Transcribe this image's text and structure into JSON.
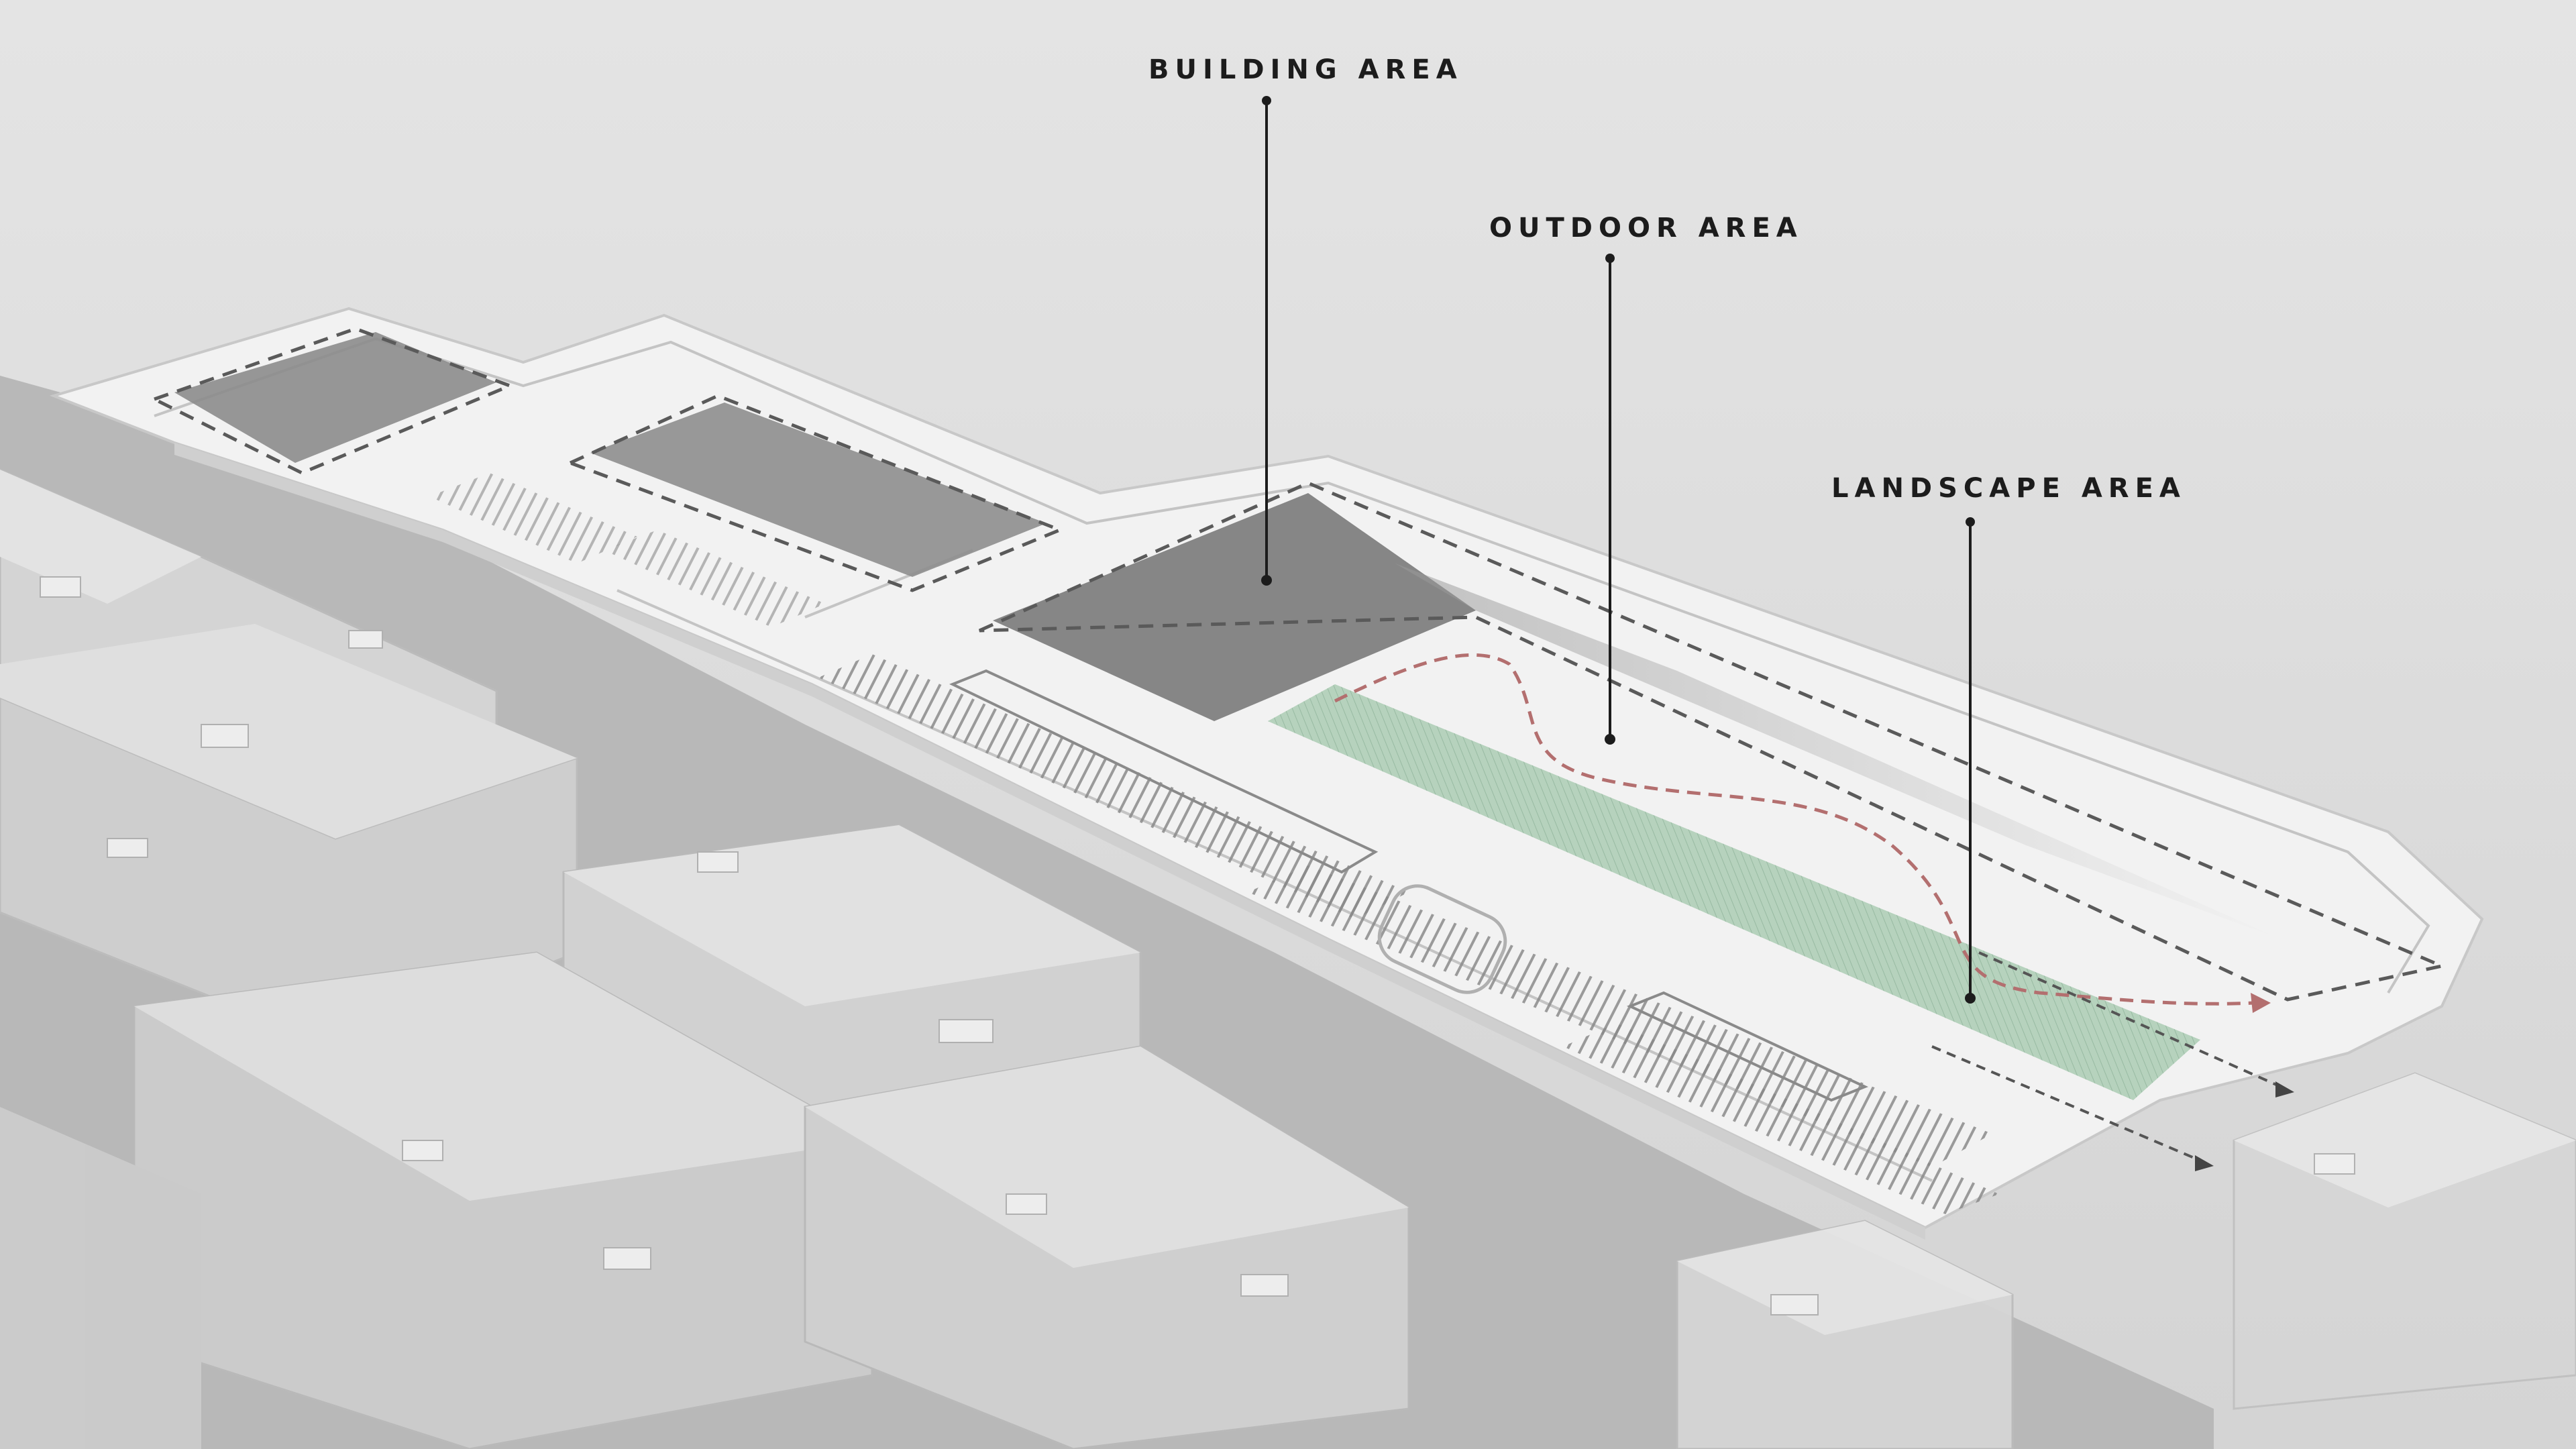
{
  "diagram": {
    "callouts": [
      {
        "id": "building",
        "label": "BUILDING AREA"
      },
      {
        "id": "outdoor",
        "label": "OUTDOOR AREA"
      },
      {
        "id": "landscape",
        "label": "LANDSCAPE AREA"
      }
    ]
  },
  "colors": {
    "background": "#dcdcdc",
    "ground": "#b9b9b9",
    "site_plate": "#f1f1f1",
    "building_area": "#868686",
    "landscape_area": "#aecdb6",
    "route_dashed": "#b36f6f",
    "callout_line": "#1c1c1c"
  }
}
